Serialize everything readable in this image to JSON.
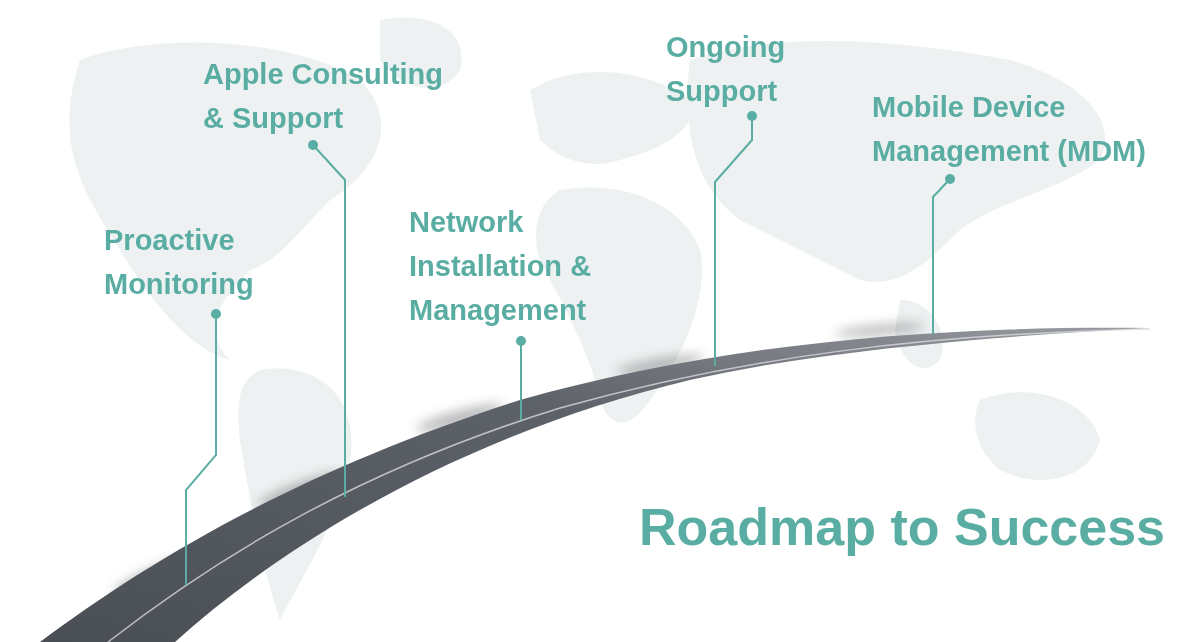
{
  "diagram": {
    "title": "Roadmap to Success",
    "labels": [
      "Apple Consulting & Support",
      "Ongoing Support",
      "Mobile Device Management (MDM)",
      "Proactive Monitoring",
      "Network Installation & Management"
    ]
  }
}
